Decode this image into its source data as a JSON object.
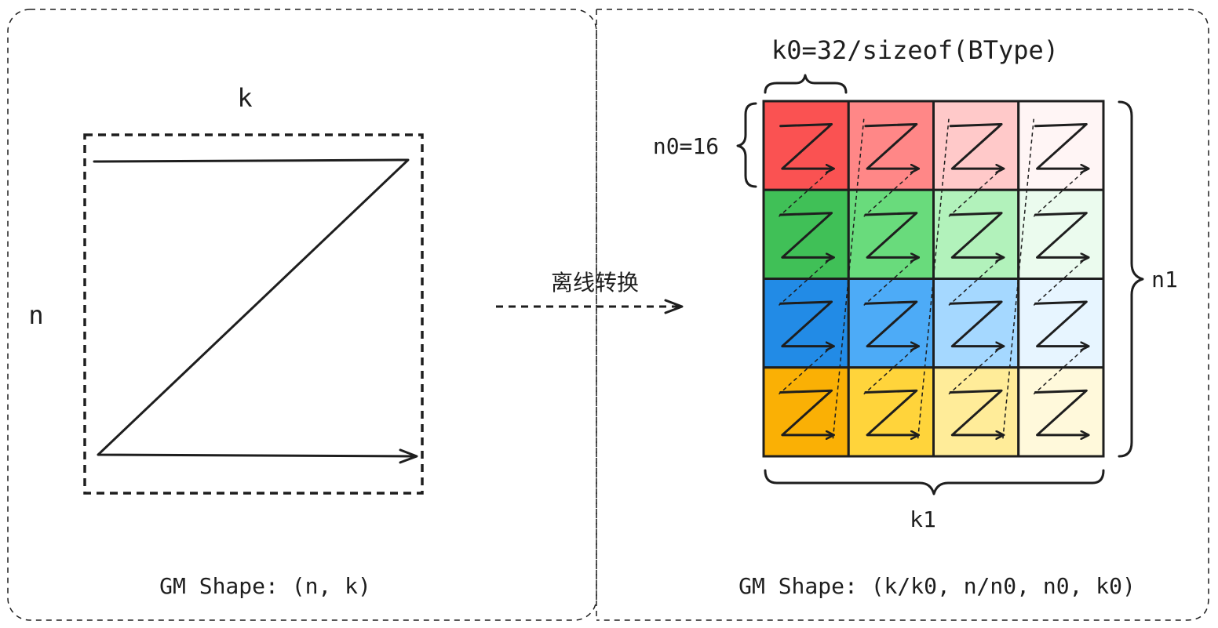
{
  "left": {
    "k_label": "k",
    "n_label": "n",
    "shape_caption": "GM Shape: (n, k)"
  },
  "arrow": {
    "label": "离线转换"
  },
  "right": {
    "k0_label": "k0=32/sizeof(BType)",
    "n0_label": "n0=16",
    "n1_label": "n1",
    "k1_label": "k1",
    "shape_caption": "GM Shape: (k/k0, n/n0, n0, k0)",
    "grid": {
      "rows": 4,
      "cols": 4,
      "row_colors": [
        [
          "#fa5252",
          "#ff8787",
          "#ffc9c9",
          "#fff5f5"
        ],
        [
          "#40c057",
          "#69db7c",
          "#b2f2bb",
          "#ebfbee"
        ],
        [
          "#228be6",
          "#4dabf7",
          "#a5d8ff",
          "#e7f5ff"
        ],
        [
          "#fab005",
          "#ffd43b",
          "#ffec99",
          "#fff9db"
        ]
      ]
    }
  },
  "icons": {
    "zigzag": "z-scan-arrow-icon"
  }
}
